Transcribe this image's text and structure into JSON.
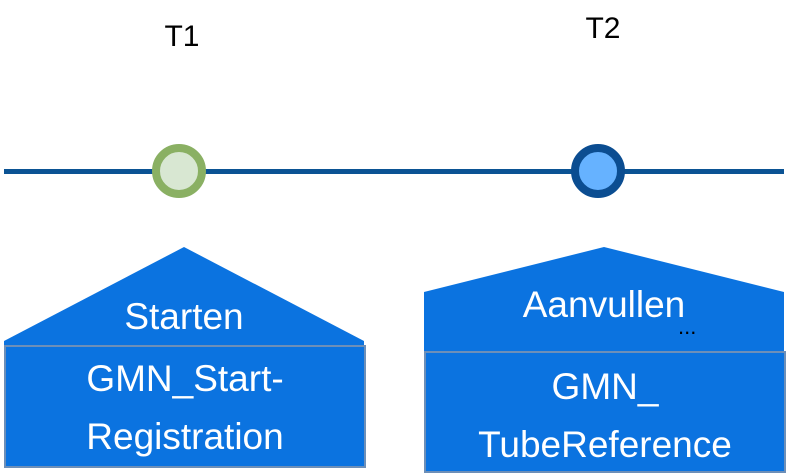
{
  "colors": {
    "line": "#0b5394",
    "node_done_border": "#8ab063",
    "node_done_fill": "#d8e7d2",
    "node_active_border": "#0b4d91",
    "node_active_fill": "#66b2ff",
    "shape_fill": "#0b73e0"
  },
  "timeline": {
    "points": [
      {
        "label": "T1",
        "state": "done"
      },
      {
        "label": "T2",
        "state": "active"
      }
    ]
  },
  "steps": [
    {
      "title": "Starten",
      "message_line1": "GMN_Start-",
      "message_line2": "Registration"
    },
    {
      "title": "Aanvullen",
      "ellipsis": "...",
      "message_line1": "GMN_",
      "message_line2": "TubeReference"
    }
  ]
}
